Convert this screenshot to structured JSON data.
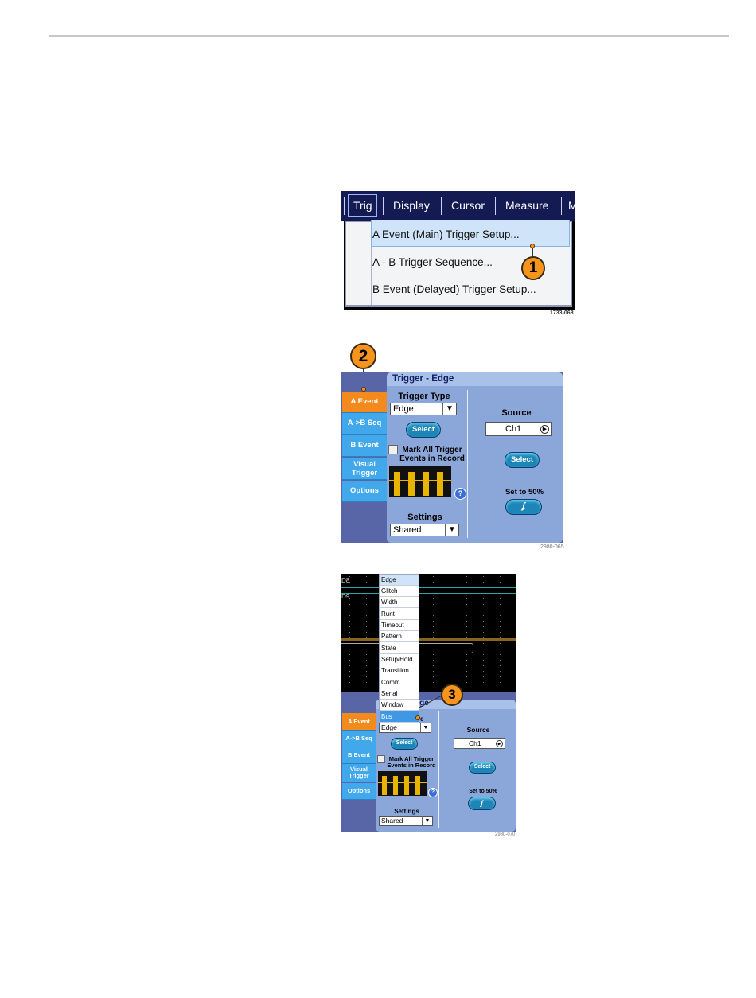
{
  "figure1": {
    "menu": [
      "Trig",
      "Display",
      "Cursor",
      "Measure",
      "M"
    ],
    "dropdown": [
      "A Event (Main) Trigger Setup...",
      "A - B Trigger Sequence...",
      "B Event (Delayed) Trigger Setup..."
    ],
    "callout": "1",
    "figure_id": "1733-068"
  },
  "figure2": {
    "callout": "2",
    "tabs": [
      "A Event",
      "A->B Seq",
      "B Event",
      "Visual Trigger",
      "Options"
    ],
    "panel_title": "Trigger - Edge",
    "trigger_type_label": "Trigger Type",
    "trigger_type_value": "Edge",
    "select_label": "Select",
    "mark_all_label": "Mark All Trigger Events in Record",
    "settings_label": "Settings",
    "settings_value": "Shared",
    "source_label": "Source",
    "source_value": "Ch1",
    "set50_label": "Set to 50%",
    "figure_id": "2980-065"
  },
  "figure3": {
    "callout": "3",
    "trace_labels": [
      "D8",
      "D9"
    ],
    "trigger_types": [
      "Edge",
      "Glitch",
      "Width",
      "Runt",
      "Timeout",
      "Pattern",
      "State",
      "Setup/Hold",
      "Transition",
      "Comm",
      "Serial",
      "Window",
      "Bus"
    ],
    "title_fragment": "dge",
    "tt_fragment": "e",
    "tabs": [
      "A Event",
      "A->B Seq",
      "B Event",
      "Visual Trigger",
      "Options"
    ],
    "trigger_type_value": "Edge",
    "select_label": "Select",
    "mark_all_label": "Mark All Trigger Events in Record",
    "settings_label": "Settings",
    "settings_value": "Shared",
    "source_label": "Source",
    "source_value": "Ch1",
    "set50_label": "Set to 50%",
    "figure_id": "2980-070"
  },
  "colors": {
    "callout": "#f7941d",
    "active_tab": "#f28a1d",
    "tab": "#41a8ec",
    "panel": "#8ba7d9",
    "menubar": "#141a52"
  }
}
